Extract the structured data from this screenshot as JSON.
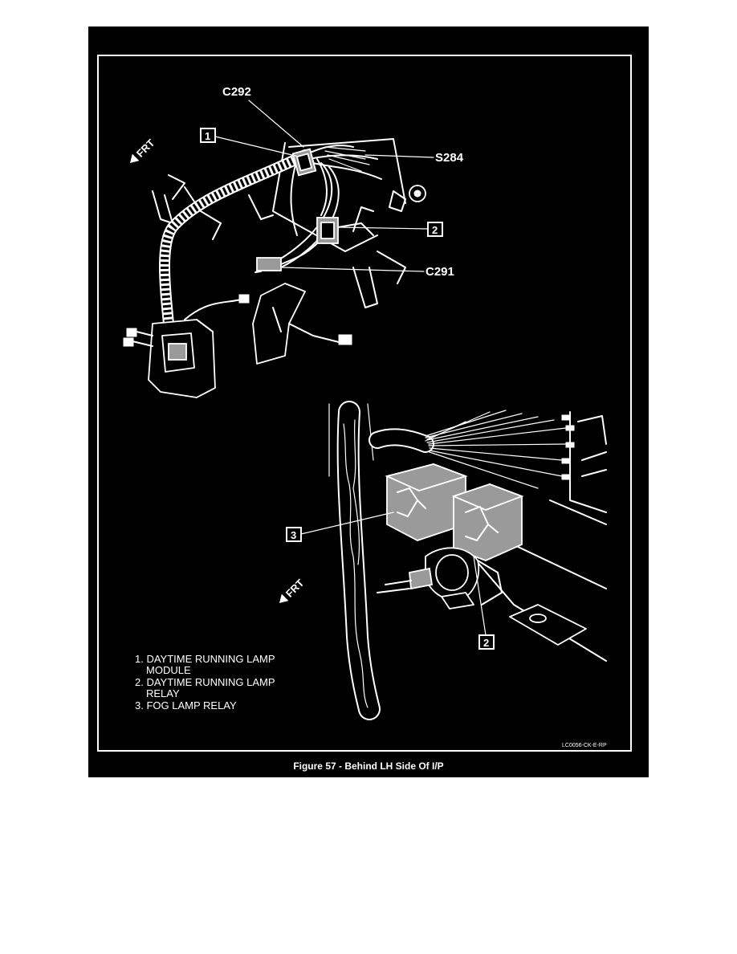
{
  "labels": {
    "c292": "C292",
    "s284": "S284",
    "c291": "C291",
    "front_top": "FRT",
    "front_bottom": "FRT"
  },
  "callouts": {
    "one": "1",
    "two_top": "2",
    "three": "3",
    "two_bottom": "2"
  },
  "legend": {
    "item1_line1": "1. DAYTIME RUNNING LAMP",
    "item1_line2": "MODULE",
    "item2_line1": "2. DAYTIME RUNNING LAMP",
    "item2_line2": "RELAY",
    "item3_line1": "3. FOG LAMP RELAY"
  },
  "code": "LC0056-CK-E-RP",
  "caption": "Figure 57 - Behind LH Side Of I/P",
  "colors": {
    "background": "#000000",
    "ink": "#ffffff",
    "page": "#ffffff"
  }
}
